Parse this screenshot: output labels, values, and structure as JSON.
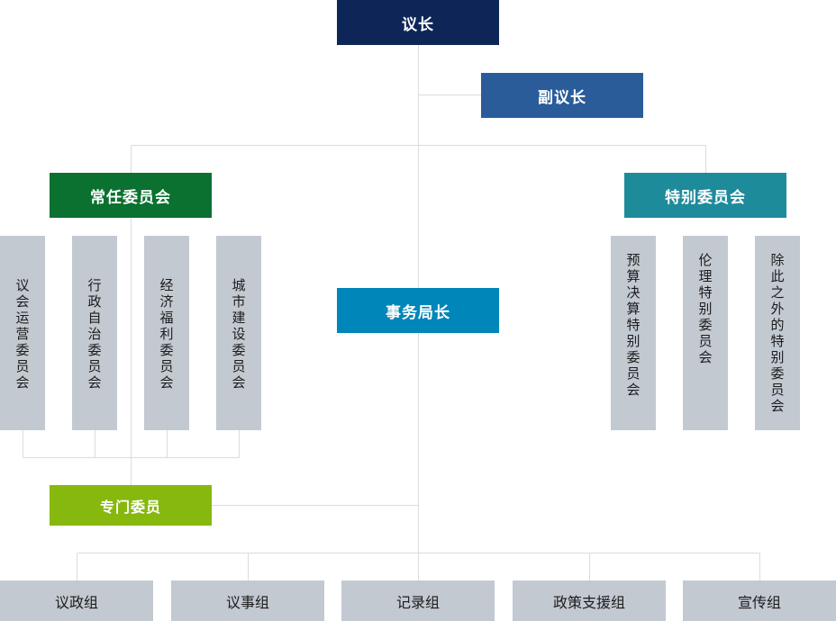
{
  "chairman": "议长",
  "vice_chairman": "副议长",
  "standing_committee": "常任委员会",
  "special_committee": "特别委员会",
  "secretary_general": "事务局长",
  "professional_members": "专门委员",
  "standing_members": [
    "议会运营委员会",
    "行政自治委员会",
    "经济福利委员会",
    "城市建设委员会"
  ],
  "special_members": [
    "预算决算特别委员会",
    "伦理特别委员会",
    "除此之外的特别委员会"
  ],
  "groups": [
    "议政组",
    "议事组",
    "记录组",
    "政策支援组",
    "宣传组"
  ],
  "colors": {
    "chairman": "#0d2657",
    "vice_chairman": "#2a5c9a",
    "standing": "#0a7130",
    "special": "#1e8b9b",
    "secretary": "#0086b8",
    "professional": "#86b80e",
    "sub_box": "#c3c9d1",
    "connector": "#dcdcdc"
  }
}
